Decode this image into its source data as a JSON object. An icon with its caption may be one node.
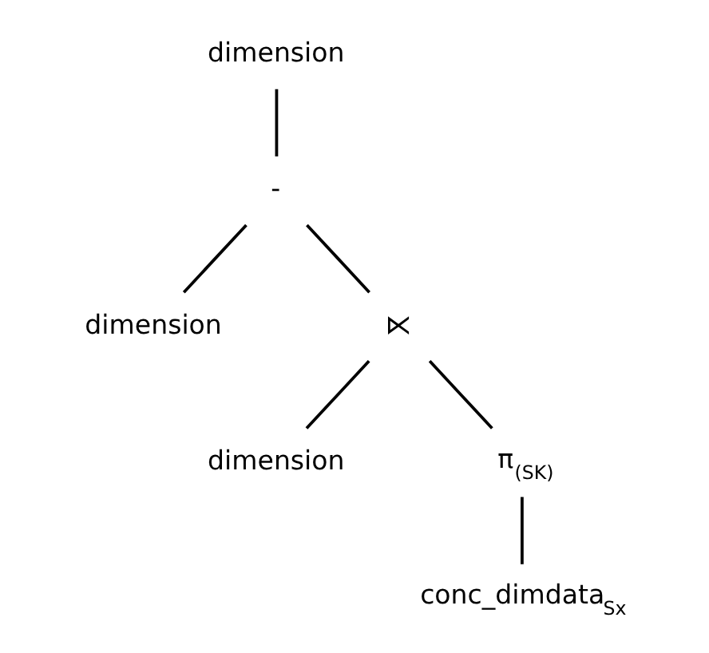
{
  "diagram": {
    "nodes": [
      {
        "text": [
          "dimension"
        ]
      },
      {
        "text": [
          "-"
        ]
      },
      {
        "text": [
          "dimension"
        ]
      },
      {
        "text": [
          "⋉"
        ]
      },
      {
        "text": [
          "dimension"
        ]
      },
      {
        "text": [
          "π$_{(SK)}$"
        ]
      },
      {
        "text": [
          "conc_dimdata$_{Sx}$"
        ]
      }
    ],
    "edges": [
      {
        "from": 0,
        "to": 1,
        "arrow": "none"
      },
      {
        "from": 1,
        "to": 2,
        "arrow": "none"
      },
      {
        "from": 1,
        "to": 3,
        "arrow": "none"
      },
      {
        "from": 3,
        "to": 4,
        "arrow": "none"
      },
      {
        "from": 3,
        "to": 5,
        "arrow": "none"
      },
      {
        "from": 5,
        "to": 6,
        "arrow": "none"
      }
    ]
  }
}
